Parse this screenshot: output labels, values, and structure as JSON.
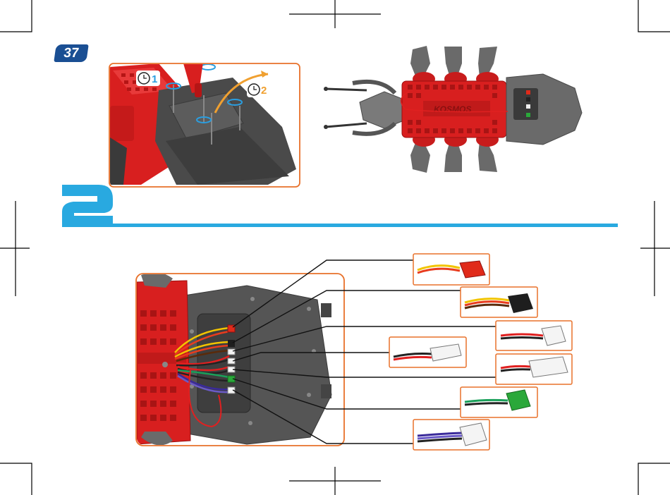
{
  "page": {
    "page_number": "37",
    "step_number": "2"
  },
  "top_left_panel": {
    "step_one_label": "1",
    "step_two_label": "2",
    "clock_icon": "clock-icon",
    "tool_icon": "screwdriver-icon"
  },
  "top_right_panel": {
    "body_text": "KOSMOS"
  },
  "wiring": {
    "connectors": [
      {
        "name": "red-2pin-connector",
        "wire_colors": [
          "#f2c400",
          "#e83c1e"
        ],
        "housing_color": "#e02a1a"
      },
      {
        "name": "black-3pin-connector",
        "wire_colors": [
          "#f2c400",
          "#e83c1e",
          "#5a2a0a"
        ],
        "housing_color": "#1e1e1e"
      },
      {
        "name": "white-2pin-connector",
        "wire_colors": [
          "#e02020",
          "#222222"
        ],
        "housing_color": "#f4f4f4"
      },
      {
        "name": "white-2pin-plug",
        "wire_colors": [
          "#e02020",
          "#222222"
        ],
        "housing_color": "#f4f4f4"
      },
      {
        "name": "white-3pin-connector",
        "wire_colors": [
          "#e02020",
          "#222222",
          "#ffffff"
        ],
        "housing_color": "#f4f4f4"
      },
      {
        "name": "green-2pin-connector",
        "wire_colors": [
          "#1aa05a",
          "#222222"
        ],
        "housing_color": "#2aa83a"
      },
      {
        "name": "white-4pin-connector",
        "wire_colors": [
          "#3a2a9a",
          "#6a5ac8",
          "#222222"
        ],
        "housing_color": "#f4f4f4"
      }
    ]
  },
  "colors": {
    "accent_blue": "#1a4f93",
    "divider_blue": "#29a9e0",
    "frame_orange": "#e8712a",
    "step_two_orange": "#f0a030",
    "step_one_blue": "#2a9ee0"
  }
}
